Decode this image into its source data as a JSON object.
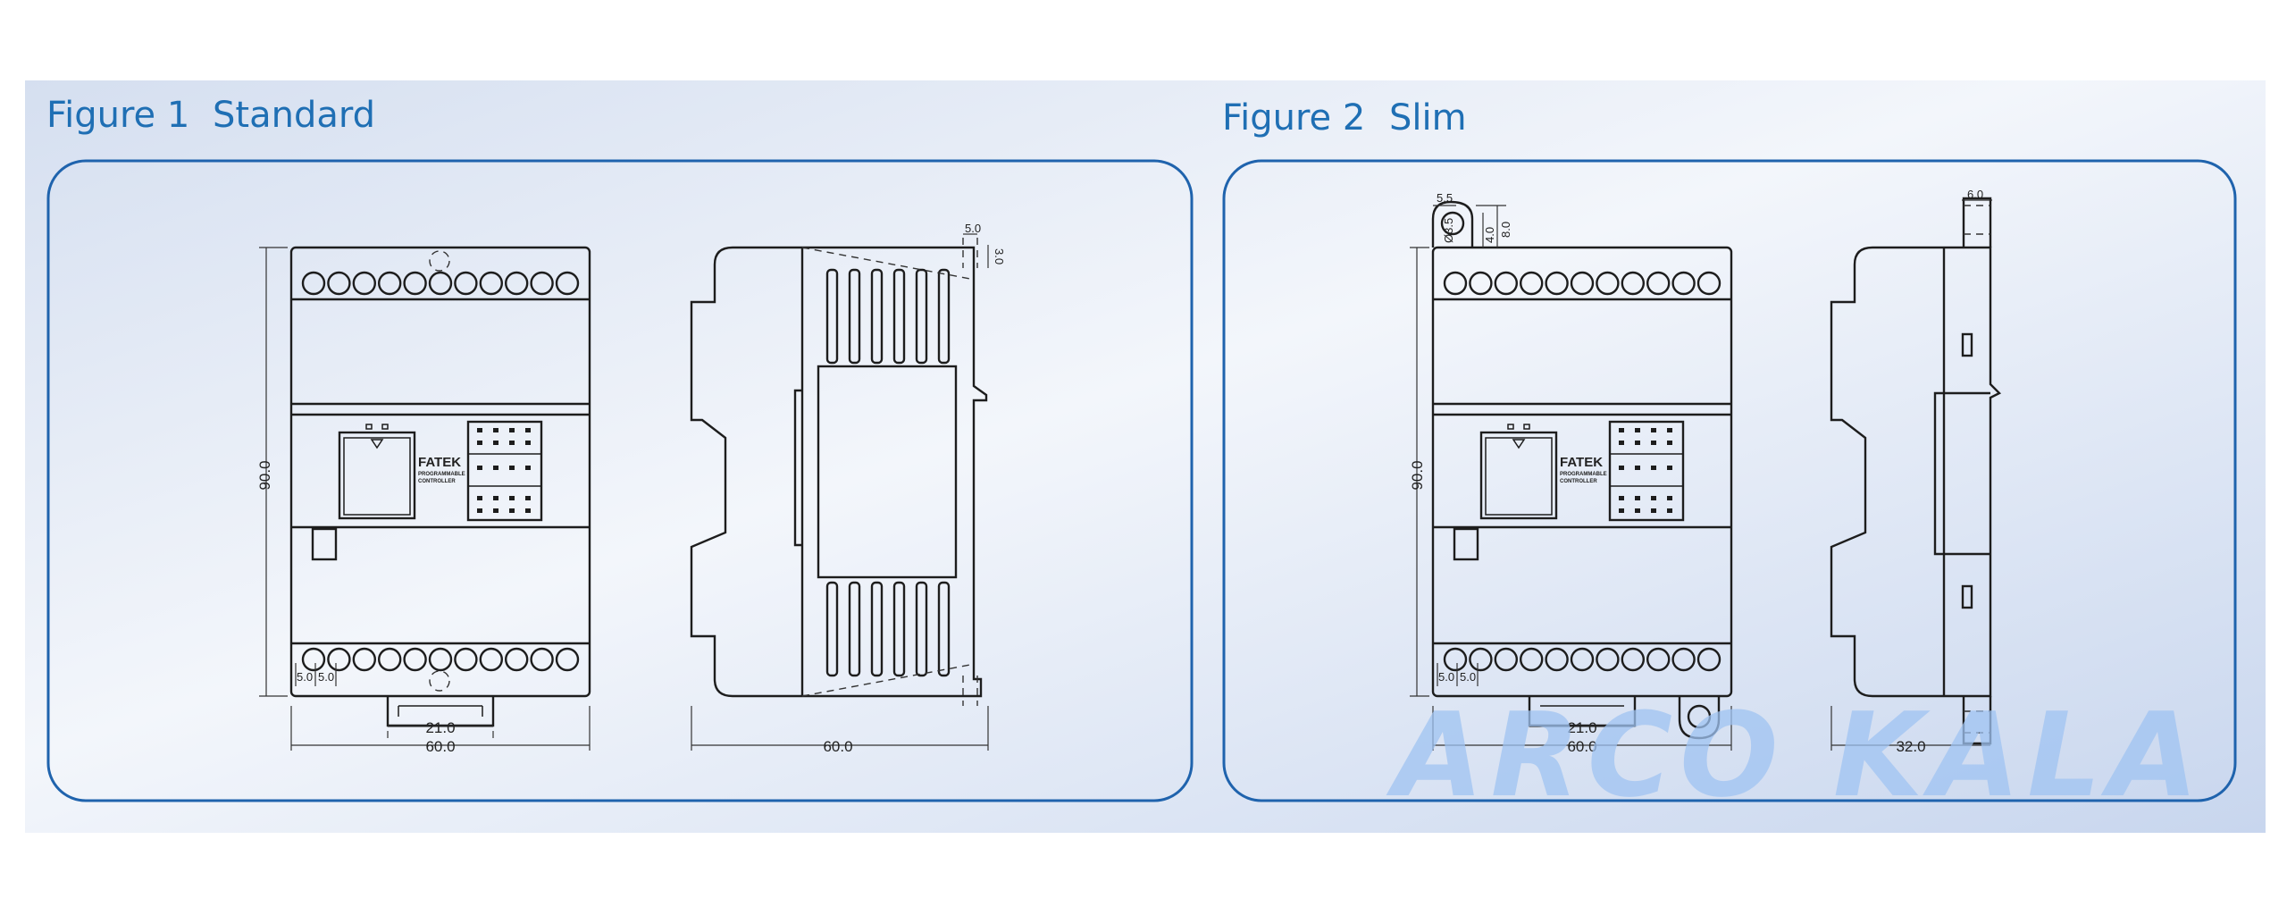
{
  "figure1": {
    "title": "Figure 1",
    "subtitle": "Standard",
    "brand": "FATEK",
    "brand_sub1": "PROGRAMMABLE",
    "brand_sub2": "CONTROLLER",
    "dims": {
      "height": "90.0",
      "terminal_pitch_1": "5.0",
      "terminal_pitch_2": "5.0",
      "rail_width": "21.0",
      "front_width": "60.0",
      "side_width": "60.0",
      "clip_width": "5.0",
      "clip_height": "3.0"
    }
  },
  "figure2": {
    "title": "Figure 2",
    "subtitle": "Slim",
    "brand": "FATEK",
    "brand_sub1": "PROGRAMMABLE",
    "brand_sub2": "CONTROLLER",
    "dims": {
      "height": "90.0",
      "terminal_pitch_1": "5.0",
      "terminal_pitch_2": "5.0",
      "rail_width": "21.0",
      "front_width": "60.0",
      "side_width": "32.0",
      "hole_offset": "5.5",
      "hole_dia": "Ø3.5",
      "tab_h1": "4.0",
      "tab_h2": "8.0",
      "tab_width": "6.0"
    }
  },
  "watermark": "ARCO KALA"
}
